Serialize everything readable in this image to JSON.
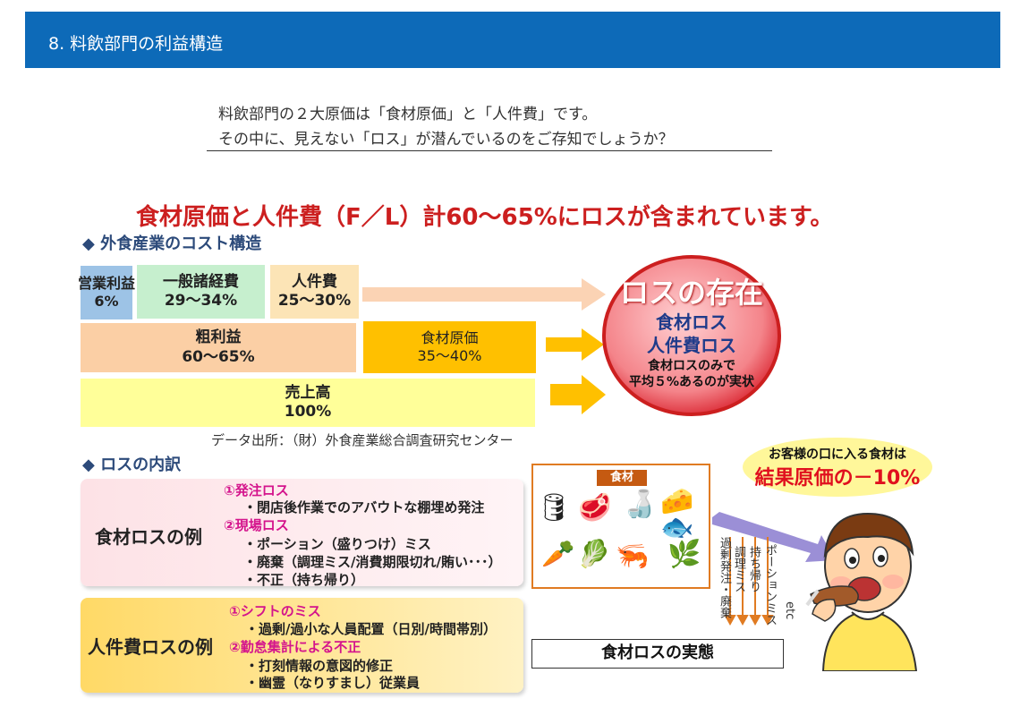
{
  "header": {
    "title": "8. 料飲部門の利益構造"
  },
  "intro": {
    "line1": "料飲部門の２大原価は「食材原価」と「人件費」です。",
    "line2": "その中に、見えない「ロス」が潜んでいるのをご存知でしょうか？"
  },
  "headline": "食材原価と人件費（F／L）計60～65%にロスが含まれています。",
  "cost_section": {
    "title": "◆ 外食産業のコスト構造",
    "operating_profit": {
      "label": "営業利益",
      "value": "6%"
    },
    "general_expenses": {
      "label": "一般諸経費",
      "value": "29～34%"
    },
    "labor_cost": {
      "label": "人件費",
      "value": "25～30%"
    },
    "gross_profit": {
      "label": "粗利益",
      "value": "60～65%"
    },
    "food_cost": {
      "label": "食材原価",
      "value": "35～40%"
    },
    "sales": {
      "label": "売上高",
      "value": "100%"
    },
    "source": "データ出所：（財）外食産業総合調査研究センター"
  },
  "loss_circle": {
    "title": "ロスの存在",
    "line1": "食材ロス",
    "line2": "人件費ロス",
    "line3": "食材ロスのみで",
    "line4": "平均５%あるのが実状"
  },
  "loss_section": {
    "title": "◆ ロスの内訳",
    "food_loss": {
      "title": "食材ロスの例",
      "sub1": "①発注ロス",
      "line1": "・閉店後作業でのアバウトな棚埋め発注",
      "sub2": "②現場ロス",
      "line2": "・ポーション（盛りつけ）ミス",
      "line3": "・廃棄（調理ミス/消費期限切れ/賄い･･･）",
      "line4": "・不正（持ち帰り）"
    },
    "labor_loss": {
      "title": "人件費ロスの例",
      "sub1": "①シフトのミス",
      "line1": "・過剰/過小な人員配置（日別/時間帯別）",
      "sub2": "②勤怠集計による不正",
      "line2": "・打刻情報の意図的修正",
      "line3": "・幽霊（なりすまし）従業員"
    }
  },
  "food_diagram": {
    "box_label": "食材",
    "arrows": [
      "過剰発注・廃棄",
      "調理ミス",
      "持ち帰り",
      "ポーションミス",
      "etc"
    ],
    "caption": "食材ロスの実態",
    "icons": [
      "barrels-icon",
      "meat-icon",
      "bottle-icon",
      "cheese-icon",
      "fish-icon",
      "carrot-icon",
      "cabbage-icon",
      "shrimp-icon",
      "spinach-icon",
      "child-eating-icon"
    ]
  },
  "customer_note": {
    "line1": "お客様の口に入る食材は",
    "line2": "結果原価の－10%"
  },
  "colors": {
    "header": "#0d6ab8",
    "headline": "#cc1f1f",
    "section": "#2c4a7a",
    "operating_profit": "#9dc3e6",
    "general_expenses": "#c6efce",
    "labor_cost": "#fce4b6",
    "gross_profit": "#fbcfa5",
    "food_cost": "#ffc000",
    "sales": "#ffff99",
    "loss_circle": "#f4848a",
    "loss_pink": "#fde2e6",
    "loss_yellow": "#ffd966",
    "magenta": "#d4148c",
    "diagram_arrow": "#9b8fd6"
  }
}
